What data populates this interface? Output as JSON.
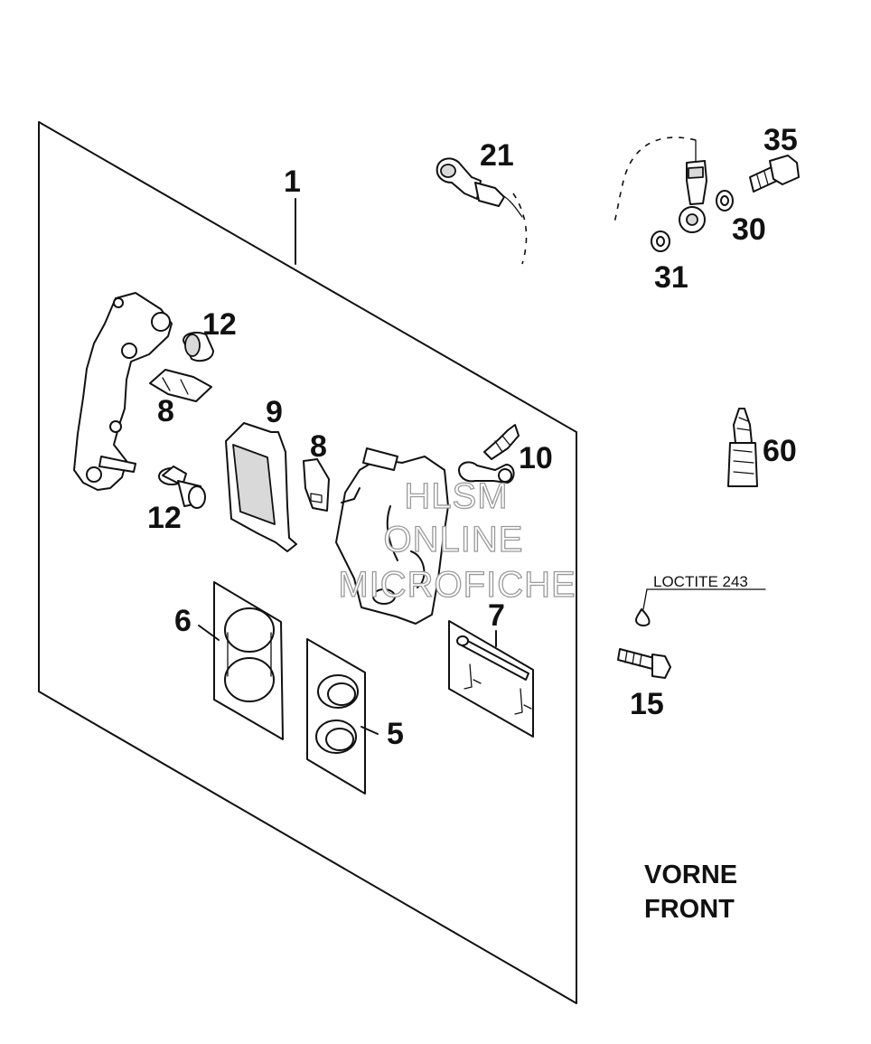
{
  "callouts": {
    "p1": "1",
    "p5": "5",
    "p6": "6",
    "p7": "7",
    "p8a": "8",
    "p8b": "8",
    "p9": "9",
    "p10": "10",
    "p12a": "12",
    "p12b": "12",
    "p15": "15",
    "p21": "21",
    "p30": "30",
    "p31": "31",
    "p35": "35",
    "p60": "60"
  },
  "annotation": {
    "loctite": "LOCTITE 243"
  },
  "region_label": {
    "line1": "VORNE",
    "line2": "FRONT"
  },
  "watermark": {
    "line1": "HLSM",
    "line2": "ONLINE",
    "line3": "MICROFICHE"
  }
}
